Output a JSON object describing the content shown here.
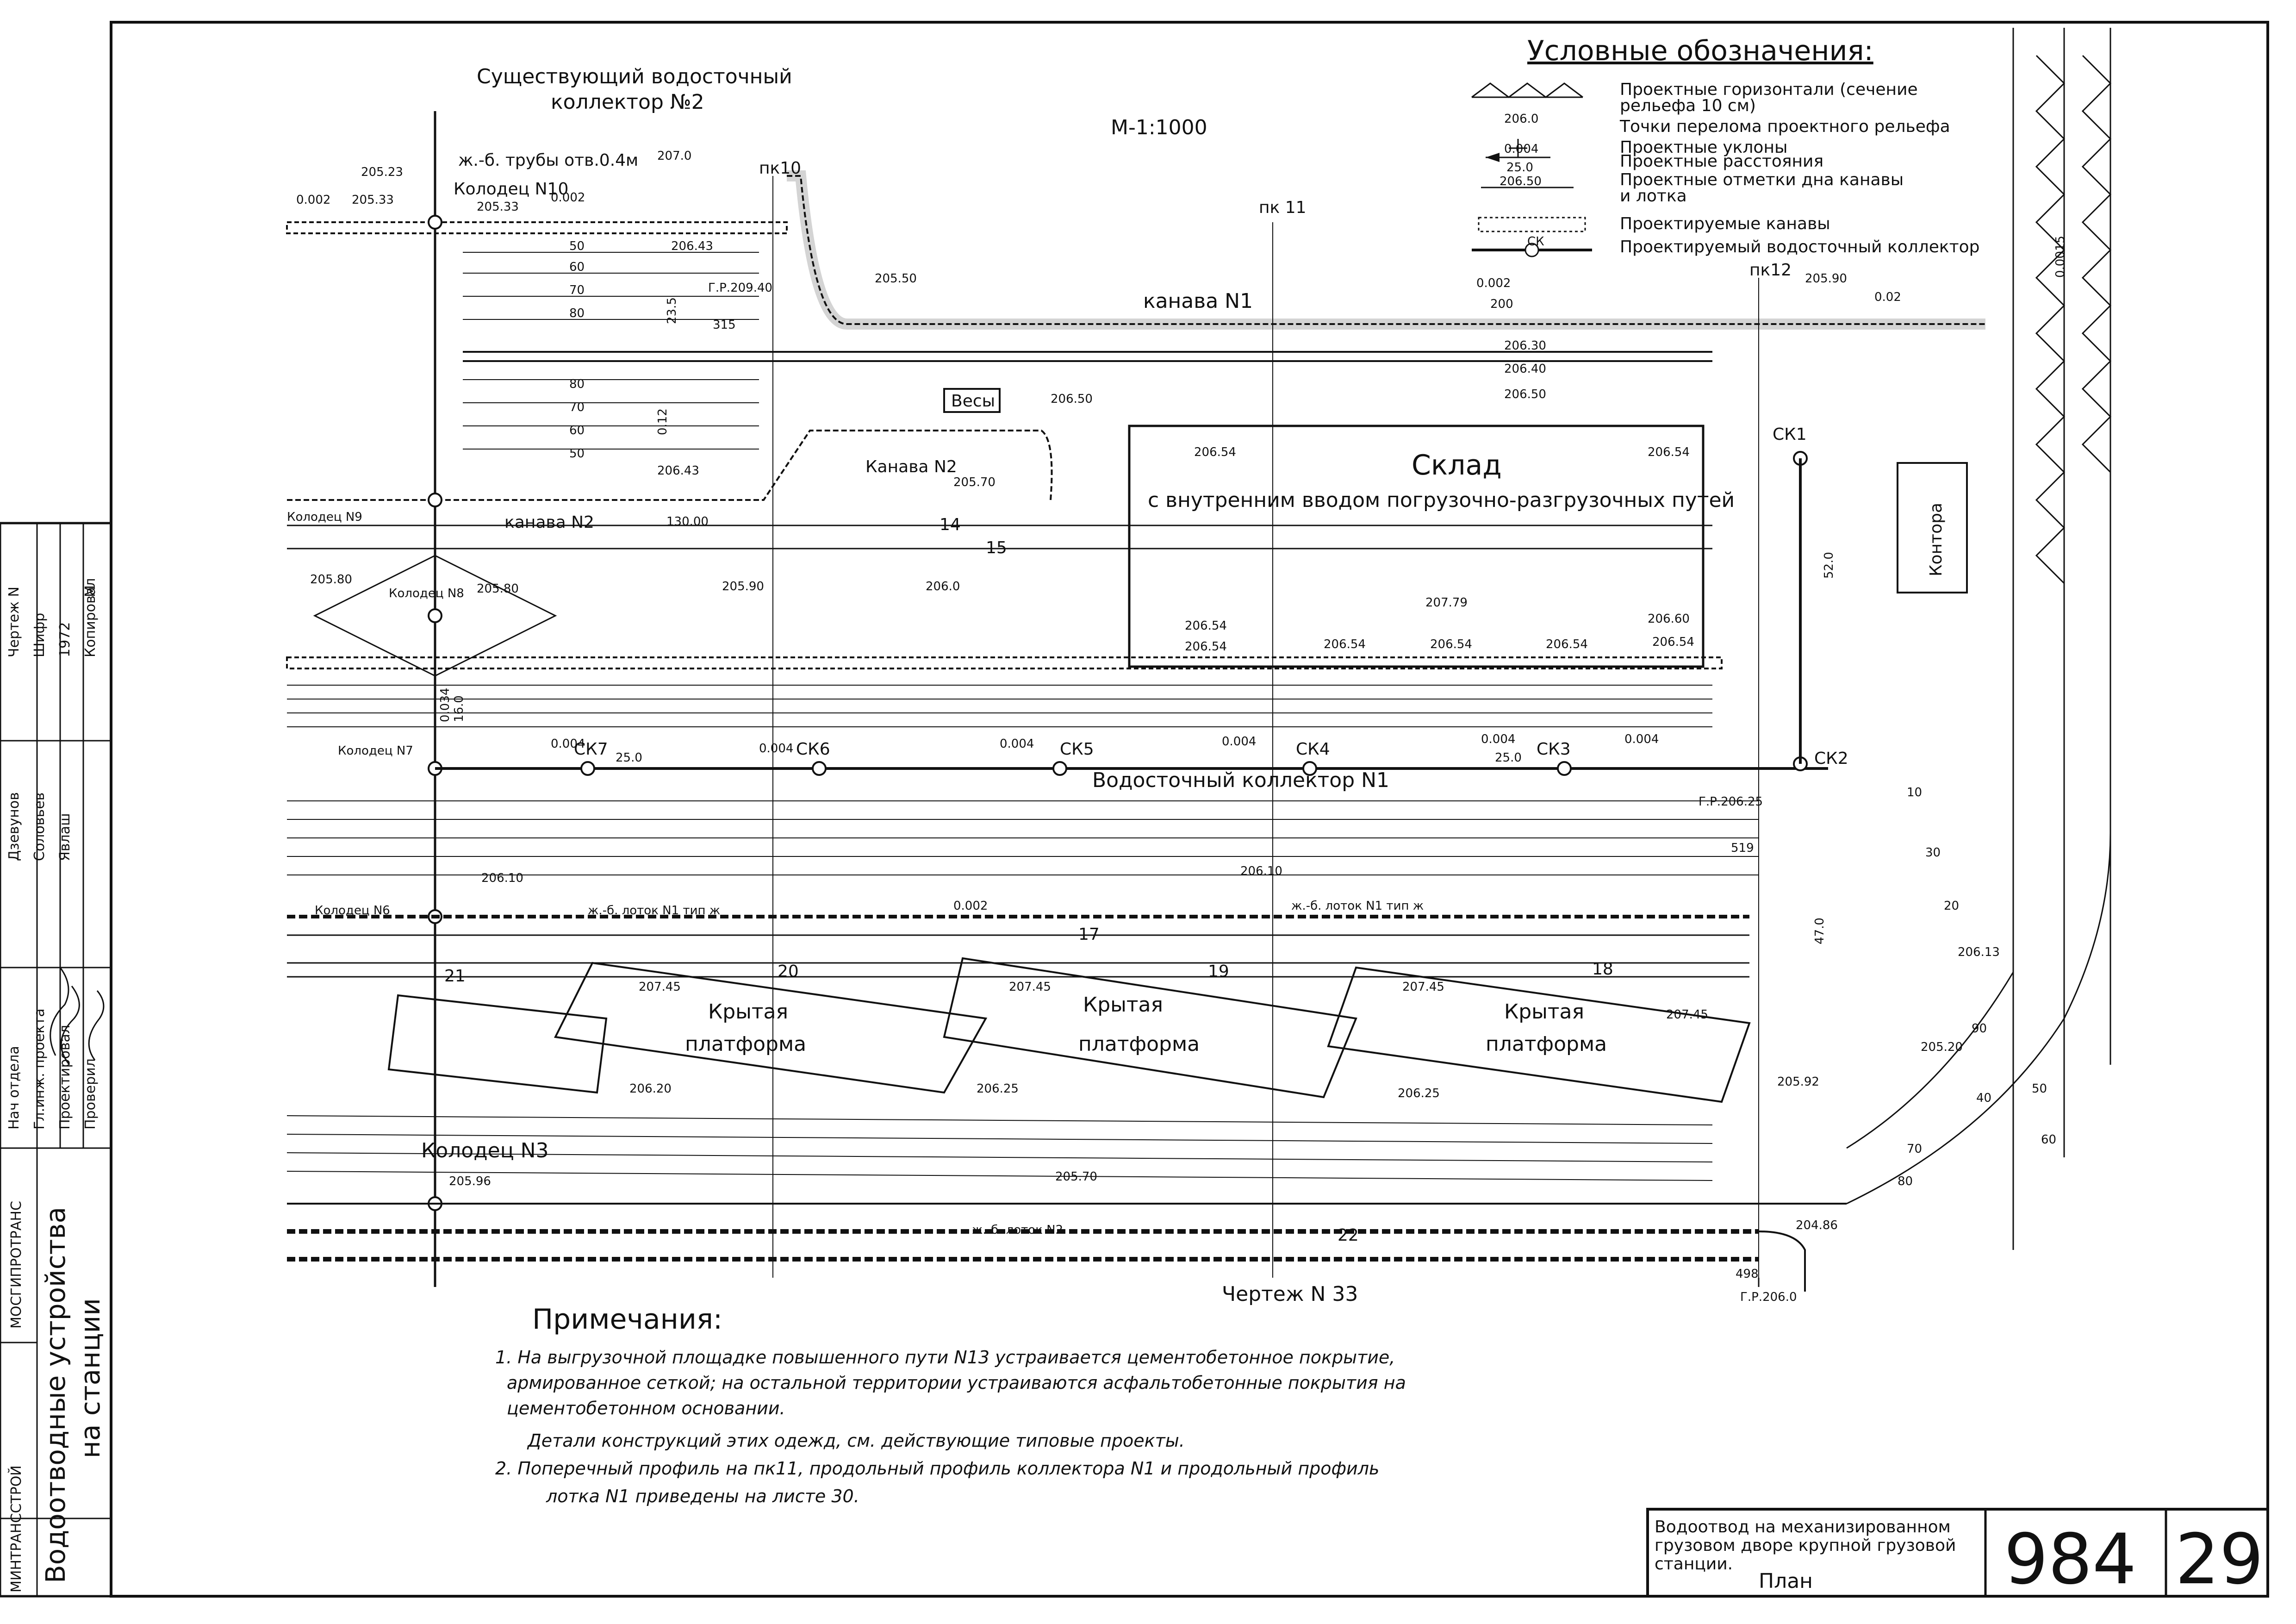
{
  "drawing": {
    "scale": "М-1:1000",
    "sheet_number": "984",
    "page_number": "29",
    "bottom_reference": "Чертеж N 33"
  },
  "title_block": {
    "title_lines": [
      "Водоотвод на механизированном",
      "грузовом дворе крупной грузовой",
      "станции."
    ],
    "subtitle": "План"
  },
  "side_stamp": {
    "ministry": "МИНТРАНССТРОЙ",
    "organization": "МОСГИПРОТРАНС",
    "project_title_1": "Водоотводные устройства",
    "project_title_2": "на станции",
    "roles": [
      "Нач отдела",
      "Гл.инж. проекта",
      "Проектировал",
      "Проверил"
    ],
    "names": [
      "Дзевунов",
      "Соловьев",
      "Явлаш"
    ],
    "fields": [
      "Чертеж N",
      "Шифр",
      "1972",
      "Копировал",
      "М"
    ]
  },
  "legend": {
    "title": "Условные обозначения:",
    "items": [
      "Проектные горизонтали (сечение",
      "рельефа 10 см)",
      "Точки перелома проектного рельефа",
      "Проектные уклоны",
      "Проектные расстояния",
      "Проектные отметки дна канавы",
      "и лотка",
      "Проектируемые канавы",
      "Проектируемый водосточный коллектор"
    ],
    "sample_values": [
      "206.0",
      "0.004",
      "25.0",
      "206.50",
      "СК"
    ]
  },
  "notes": {
    "heading": "Примечания:",
    "lines": [
      "1.  На выгрузочной площадке повышенного пути N13 устраивается цементобетонное покрытие,",
      "армированное сеткой; на остальной территории устраиваются асфальтобетонные покрытия на",
      "цементобетонном основании.",
      "Детали конструкций этих одежд, см. действующие типовые проекты.",
      "2.  Поперечный профиль на пк11, продольный профиль коллектора N1 и продольный профиль",
      "лотка   N1             приведены на листе 30."
    ]
  },
  "labels": {
    "collector2": [
      "Существующий водосточный",
      "коллектор №2"
    ],
    "pipes": "ж.-б. трубы отв.0.4м",
    "ditch1": "канава N1",
    "ditch2": "Канава N2",
    "ditch2b": "канава N2",
    "scales_box": "Весы",
    "warehouse_1": "Склад",
    "warehouse_2": "с внутренним вводом погрузочно-разгрузочных путей",
    "office": "Контора",
    "platform": [
      "Крытая",
      "платформа"
    ],
    "collector1": "Водосточный коллектор N1",
    "tray1a": "ж.-б. лоток N1 тип ж",
    "tray1b": "ж.-б. лоток N1 тип ж",
    "tray2": "ж.-б. лоток N2",
    "wells": [
      "Колодец N10",
      "Колодец N9",
      "Колодец N8",
      "Колодец N7",
      "Колодец N6",
      "Колодец N3"
    ],
    "manholes": [
      "СК1",
      "СК2",
      "СК3",
      "СК4",
      "СК5",
      "СК6",
      "СК7"
    ],
    "pickets": [
      "пк10",
      "пк 11",
      "пк12"
    ],
    "tracks": [
      "14",
      "15",
      "17",
      "18",
      "19",
      "20",
      "21",
      "22"
    ],
    "elevations": [
      "205.23",
      "205.33",
      "207.0",
      "206.43",
      "205.50",
      "206.30",
      "206.40",
      "206.50",
      "206.54",
      "207.79",
      "206.60",
      "205.70",
      "205.90",
      "206.0",
      "205.80",
      "206.10",
      "207.45",
      "206.20",
      "206.25",
      "205.96",
      "204.86",
      "206.13",
      "205.20",
      "205.92"
    ],
    "slopes": [
      "0.002",
      "0.004",
      "0.02",
      "0.12",
      "0.034",
      "0.0015"
    ],
    "grade_marks": [
      "Г.Р.209.40",
      "Г.Р.206.25",
      "Г.Р.206.0"
    ],
    "distances": [
      "315",
      "200",
      "130.00",
      "519",
      "498",
      "25.0",
      "47.0",
      "52.0",
      "23.5",
      "16.0"
    ],
    "contours": [
      "50",
      "60",
      "70",
      "80",
      "10",
      "20",
      "30",
      "40",
      "90"
    ]
  }
}
